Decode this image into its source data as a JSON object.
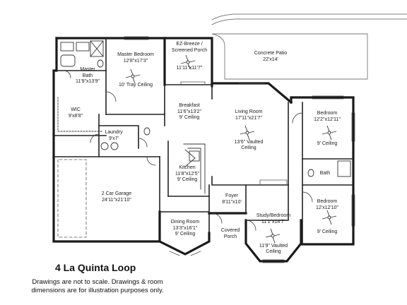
{
  "plan": {
    "title": "4 La Quinta Loop",
    "disclaimer": [
      "Drawings are not to scale. Drawings & room",
      "dimensions are for illustration purposes only."
    ],
    "rooms": {
      "ez_breeze": [
        "EZ-Breeze /",
        "Screened Porch",
        "",
        "",
        "11'11\"x11'7\""
      ],
      "concrete_patio": [
        "Concrete Patio",
        "22'x14'"
      ],
      "master_bedroom": [
        "Master Bedroom",
        "12'8\"x17'3\"",
        "",
        "",
        "",
        "10' Tray Ceiling"
      ],
      "master_bath": [
        "Master",
        "Bath",
        "11'9\"x13'9\""
      ],
      "wic": [
        "WIC",
        "9'x8'8\""
      ],
      "laundry": [
        "Laundry",
        "9'x7'"
      ],
      "breakfast": [
        "Breakfast",
        "11'6\"x13'2\"",
        "9' Ceiling"
      ],
      "living_room": [
        "Living Room",
        "17'11\"x21'7\"",
        "",
        "",
        "",
        "13'6\" Vaulted",
        "Ceiling"
      ],
      "bedroom_1": [
        "Bedroom",
        "12'2\"x12'11\"",
        "",
        "",
        "",
        "9' Ceiling"
      ],
      "bath": [
        "Bath"
      ],
      "kitchen": [
        "Kitchen",
        "11'8\"x12'5\"",
        "9' Ceiling"
      ],
      "garage": [
        "2 Car Garage",
        "24'11\"x21'10\""
      ],
      "foyer": [
        "Foyer",
        "8'11\"x10'"
      ],
      "bedroom_2": [
        "Bedroom",
        "12'x12'10\"",
        "",
        "",
        "",
        "9' Ceiling"
      ],
      "study_bedroom": [
        "Study/Bedroom",
        "11'1\"x14'7\"",
        "",
        "",
        "",
        "11'9\" Vaulted",
        "Ceiling"
      ],
      "dining_room": [
        "Dining Room",
        "13'3\"x16'1\"",
        "9' Ceiling"
      ],
      "covered_porch": [
        "Covered",
        "Porch"
      ]
    }
  }
}
